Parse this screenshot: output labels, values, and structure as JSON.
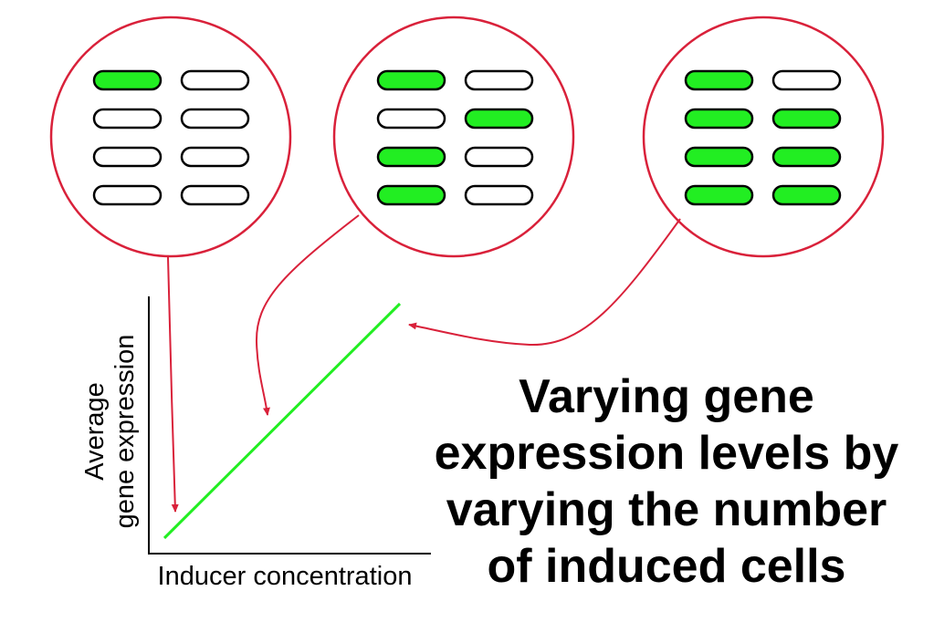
{
  "colors": {
    "induced_cell": "#22ee22",
    "uninduced_cell": "#ffffff",
    "cell_outline": "#000000",
    "circle_outline": "#d9213a",
    "arrow": "#d9213a",
    "plot_line": "#22ee22",
    "axis": "#000000"
  },
  "panels": [
    {
      "induced": [
        [
          true,
          false
        ],
        [
          false,
          false
        ],
        [
          false,
          false
        ],
        [
          false,
          false
        ]
      ]
    },
    {
      "induced": [
        [
          true,
          false
        ],
        [
          false,
          true
        ],
        [
          true,
          false
        ],
        [
          true,
          false
        ]
      ]
    },
    {
      "induced": [
        [
          true,
          false
        ],
        [
          true,
          true
        ],
        [
          true,
          true
        ],
        [
          true,
          true
        ]
      ]
    }
  ],
  "graph": {
    "y_label_line1": "Average",
    "y_label_line2": "gene expression",
    "x_label": "Inducer concentration"
  },
  "caption": {
    "lines": [
      "Varying gene",
      "expression levels by",
      "varying the number",
      "of induced cells"
    ]
  }
}
